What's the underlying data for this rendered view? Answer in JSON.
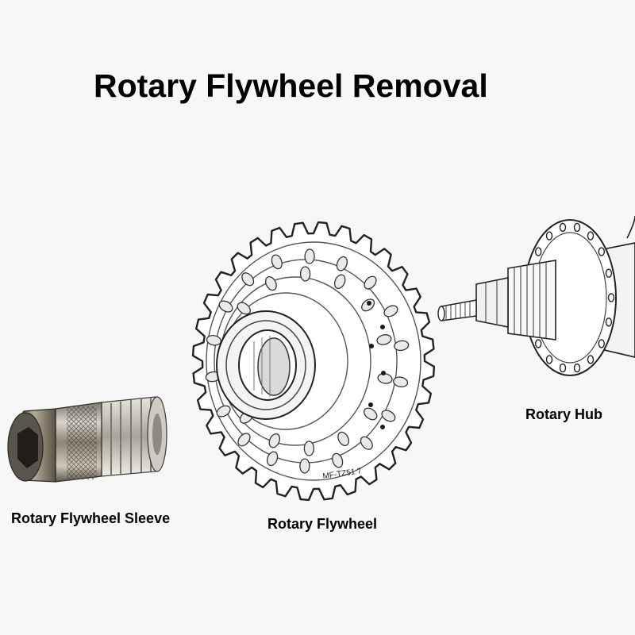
{
  "title": "Rotary Flywheel Removal",
  "parts": {
    "sleeve": {
      "label": "Rotary Flywheel Sleeve",
      "icon": "sleeve-tool-icon"
    },
    "flywheel": {
      "label": "Rotary Flywheel",
      "icon": "flywheel-cassette-icon",
      "engraving": "MF-TZ51 7"
    },
    "hub": {
      "label": "Rotary Hub",
      "icon": "hub-icon"
    }
  },
  "colors": {
    "background": "#f7f7f7",
    "text": "#000000",
    "line_art": "#2a2a2a",
    "metal_light": "#e9e9e6",
    "metal_dark": "#6b6760",
    "metal_gold": "#a99a7c"
  }
}
